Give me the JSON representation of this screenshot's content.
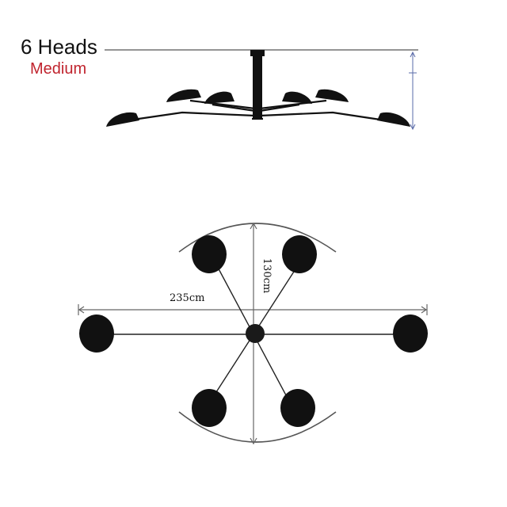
{
  "labels": {
    "heads": "6 Heads",
    "size": "Medium",
    "width": "235cm",
    "height": "130cm"
  },
  "colors": {
    "title": "#111111",
    "size_label": "#c0242e",
    "shade": "#111111",
    "guide_line": "#555555"
  }
}
